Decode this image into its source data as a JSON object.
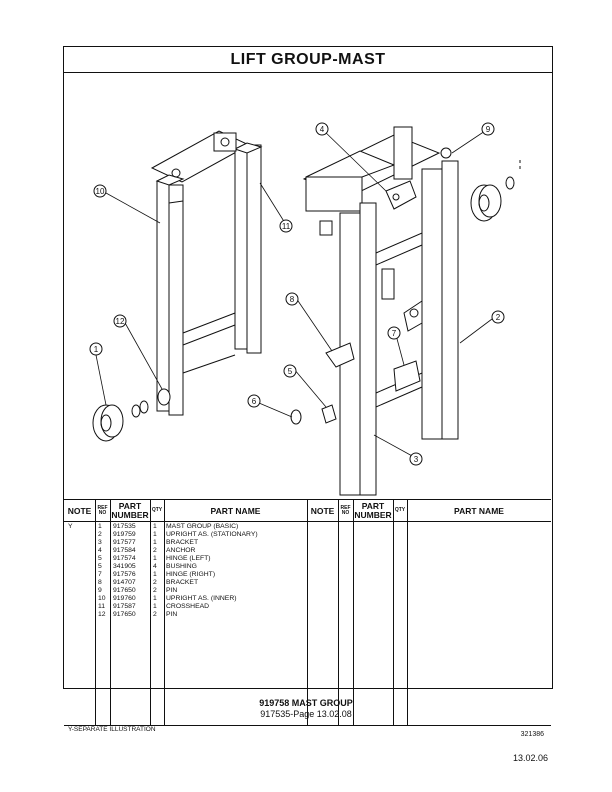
{
  "title": "LIFT GROUP-MAST",
  "table_headers": {
    "note": "NOTE",
    "ref_no": "REF NO",
    "part_number": "PART NUMBER",
    "qty": "QTY",
    "part_name": "PART NAME"
  },
  "callouts": [
    "1",
    "2",
    "3",
    "4",
    "5",
    "6",
    "7",
    "8",
    "9",
    "10",
    "11",
    "12"
  ],
  "parts": [
    {
      "note": "Y",
      "ref": "1",
      "part_number": "917535",
      "qty": "1",
      "part_name": "MAST GROUP  (BASIC)"
    },
    {
      "note": "",
      "ref": "2",
      "part_number": "919759",
      "qty": "1",
      "part_name": "UPRIGHT AS. (STATIONARY)"
    },
    {
      "note": "",
      "ref": "3",
      "part_number": "917577",
      "qty": "1",
      "part_name": "BRACKET"
    },
    {
      "note": "",
      "ref": "4",
      "part_number": "917584",
      "qty": "2",
      "part_name": "ANCHOR"
    },
    {
      "note": "",
      "ref": "5",
      "part_number": "917574",
      "qty": "1",
      "part_name": "HINGE  (LEFT)"
    },
    {
      "note": "",
      "ref": "5",
      "part_number": "341905",
      "qty": "4",
      "part_name": "BUSHING"
    },
    {
      "note": "",
      "ref": "7",
      "part_number": "917576",
      "qty": "1",
      "part_name": "HINGE  (RIGHT)"
    },
    {
      "note": "",
      "ref": "8",
      "part_number": "914707",
      "qty": "2",
      "part_name": "BRACKET"
    },
    {
      "note": "",
      "ref": "9",
      "part_number": "917650",
      "qty": "2",
      "part_name": "PIN"
    },
    {
      "note": "",
      "ref": "10",
      "part_number": "919760",
      "qty": "1",
      "part_name": "UPRIGHT AS. (INNER)"
    },
    {
      "note": "",
      "ref": "11",
      "part_number": "917587",
      "qty": "1",
      "part_name": "CROSSHEAD"
    },
    {
      "note": "",
      "ref": "12",
      "part_number": "917650",
      "qty": "2",
      "part_name": "PIN"
    }
  ],
  "footnote": "Y-SEPARATE ILLUSTRATION",
  "illustration_number": "321386",
  "caption_line1": "919758 MAST GROUP",
  "caption_line2": "917535-Page 13.02.08",
  "page_date": "13.02.06"
}
